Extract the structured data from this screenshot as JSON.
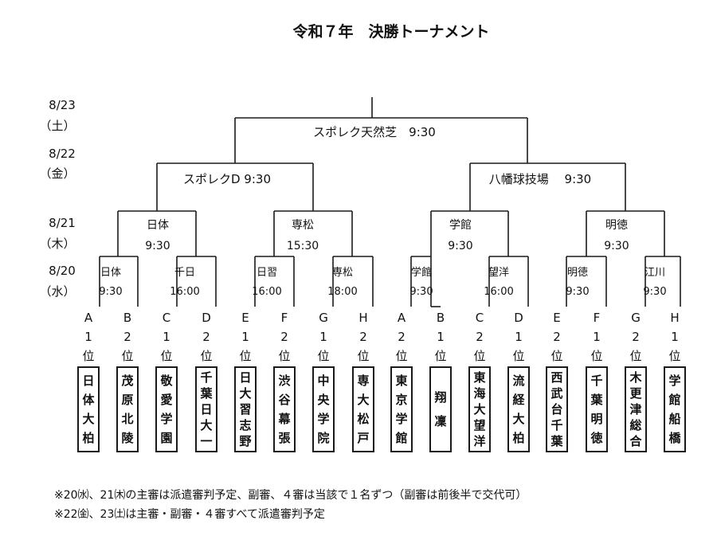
{
  "title": "令和７年　決勝トーナメント",
  "dates": [
    {
      "date": "8/23",
      "day": "（土）"
    },
    {
      "date": "8/22",
      "day": "（金）"
    },
    {
      "date": "8/21",
      "day": "（木）"
    },
    {
      "date": "8/20",
      "day": "（水）"
    }
  ],
  "final": {
    "venue": "スポレク天然芝　9:30"
  },
  "semifinals": [
    {
      "venue": "スポレクD 9:30"
    },
    {
      "venue": "八幡球技場　 9:30"
    }
  ],
  "quarterfinals": [
    {
      "venue": "日体",
      "time": "9:30"
    },
    {
      "venue": "専松",
      "time": "15:30"
    },
    {
      "venue": "学館",
      "time": "9:30"
    },
    {
      "venue": "明徳",
      "time": "9:30"
    }
  ],
  "round1": [
    {
      "venue": "日体",
      "time": "9:30"
    },
    {
      "venue": "千日",
      "time": "16:00"
    },
    {
      "venue": "日習",
      "time": "16:00"
    },
    {
      "venue": "専松",
      "time": "18:00"
    },
    {
      "venue": "学館",
      "time": "9:30"
    },
    {
      "venue": "",
      "time": ""
    },
    {
      "venue": "望洋",
      "time": "16:00"
    },
    {
      "venue": "明徳",
      "time": "9:30"
    },
    {
      "venue": "江川",
      "time": "9:30"
    }
  ],
  "teams": [
    {
      "group": "A",
      "rank": "1",
      "suffix": "位",
      "name": "日体大柏"
    },
    {
      "group": "B",
      "rank": "2",
      "suffix": "位",
      "name": "茂原北陵"
    },
    {
      "group": "C",
      "rank": "1",
      "suffix": "位",
      "name": "敬愛学園"
    },
    {
      "group": "D",
      "rank": "2",
      "suffix": "位",
      "name": "千葉日大一"
    },
    {
      "group": "E",
      "rank": "1",
      "suffix": "位",
      "name": "日大習志野"
    },
    {
      "group": "F",
      "rank": "2",
      "suffix": "位",
      "name": "渋谷幕張"
    },
    {
      "group": "G",
      "rank": "1",
      "suffix": "位",
      "name": "中央学院"
    },
    {
      "group": "H",
      "rank": "2",
      "suffix": "位",
      "name": "専大松戸"
    },
    {
      "group": "A",
      "rank": "2",
      "suffix": "位",
      "name": "東京学館"
    },
    {
      "group": "B",
      "rank": "1",
      "suffix": "位",
      "name": "翔凜"
    },
    {
      "group": "C",
      "rank": "2",
      "suffix": "位",
      "name": "東海大望洋"
    },
    {
      "group": "D",
      "rank": "1",
      "suffix": "位",
      "name": "流経大柏"
    },
    {
      "group": "E",
      "rank": "2",
      "suffix": "位",
      "name": "西武台千葉"
    },
    {
      "group": "F",
      "rank": "1",
      "suffix": "位",
      "name": "千葉明徳"
    },
    {
      "group": "G",
      "rank": "2",
      "suffix": "位",
      "name": "木更津総合"
    },
    {
      "group": "H",
      "rank": "1",
      "suffix": "位",
      "name": "学館船橋"
    }
  ],
  "notes": [
    "※20㈬、21㈭の主審は派遣審判予定、副審、４審は当該で１名ずつ（副審は前後半で交代可）",
    "※22㈮、23㈯は主審・副審・４審すべて派遣審判予定"
  ]
}
